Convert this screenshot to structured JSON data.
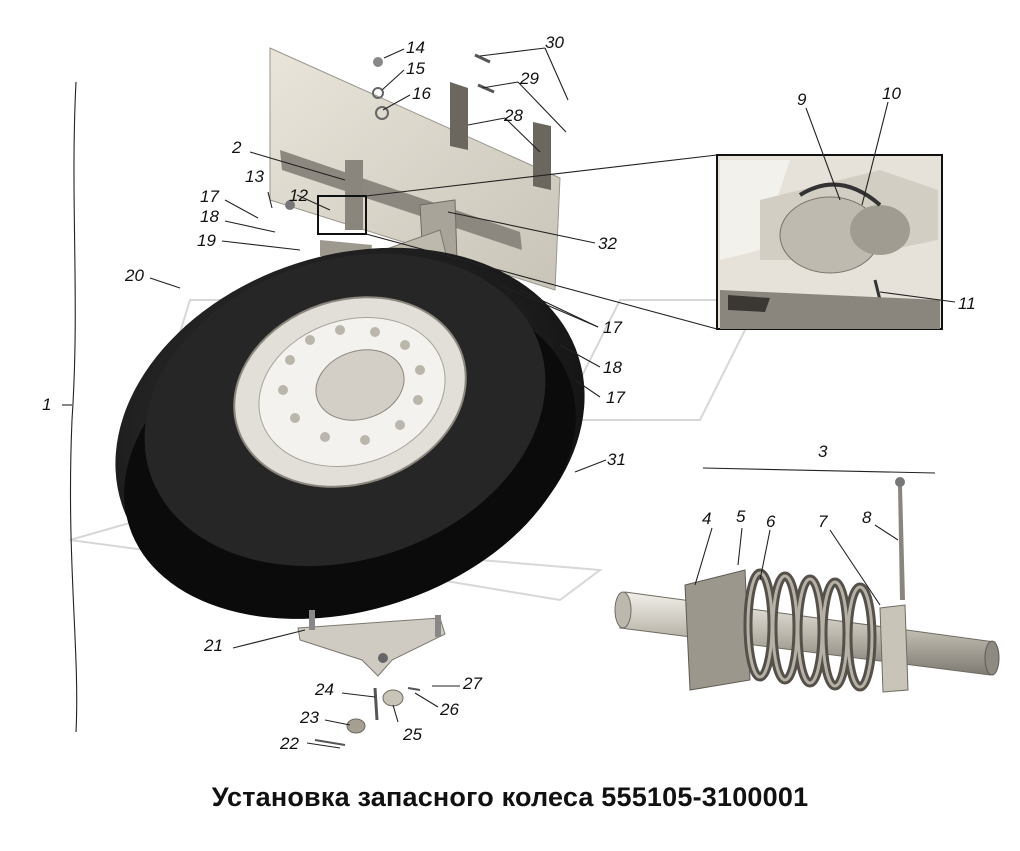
{
  "caption": "Установка запасного колеса 555105-3100001",
  "callouts": [
    "1",
    "2",
    "3",
    "4",
    "5",
    "6",
    "7",
    "8",
    "9",
    "10",
    "11",
    "12",
    "13",
    "14",
    "15",
    "16",
    "17",
    "17",
    "17",
    "17",
    "18",
    "18",
    "18",
    "19",
    "20",
    "21",
    "22",
    "23",
    "24",
    "25",
    "26",
    "27",
    "28",
    "29",
    "30",
    "31",
    "32"
  ],
  "colors": {
    "ink": "#111111",
    "tire": "#141414",
    "steel": "#d9d6cf",
    "watermark": "#cfcfcf"
  },
  "icons": [
    "spare-wheel-image",
    "bracket-image",
    "shaft-spring-image",
    "detail-inset-image",
    "watermark-logo"
  ]
}
